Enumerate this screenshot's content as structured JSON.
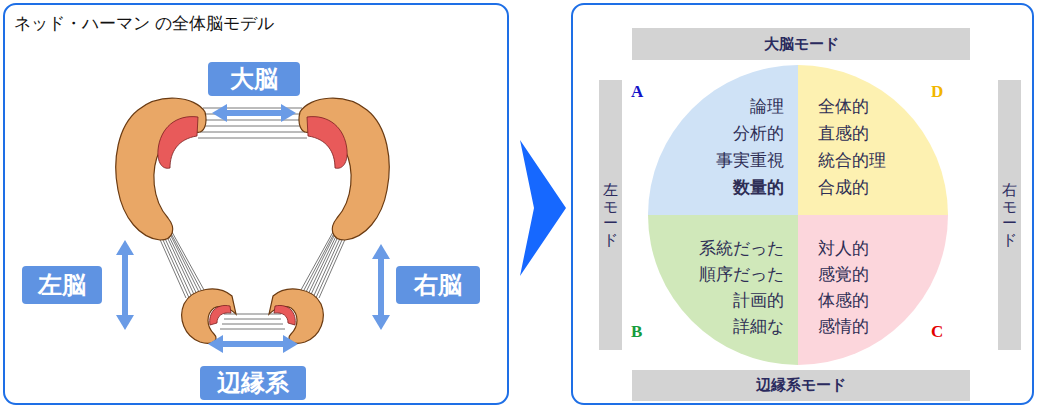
{
  "diagram": {
    "title": "ネッド・ハーマン の全体脳モデル",
    "nodes": [
      {
        "text": [
          "大脳"
        ]
      },
      {
        "text": [
          "左脳"
        ]
      },
      {
        "text": [
          "右脳"
        ]
      },
      {
        "text": [
          "辺縁系"
        ]
      },
      {
        "text": [
          "大脳モード"
        ]
      },
      {
        "text": [
          "左モード"
        ]
      },
      {
        "text": [
          "A",
          "論理",
          "分析的",
          "事実重視",
          "数量的"
        ]
      },
      {
        "text": [
          "D",
          "全体的",
          "直感的",
          "統合的理",
          "合成的"
        ]
      },
      {
        "text": [
          "B",
          "系統だった",
          "順序だった",
          "計画的",
          "詳細な"
        ]
      },
      {
        "text": [
          "C",
          "対人的",
          "感覚的",
          "体感的",
          "感情的"
        ]
      },
      {
        "text": [
          "右モード"
        ]
      },
      {
        "text": [
          "辺縁系モード"
        ]
      }
    ]
  }
}
